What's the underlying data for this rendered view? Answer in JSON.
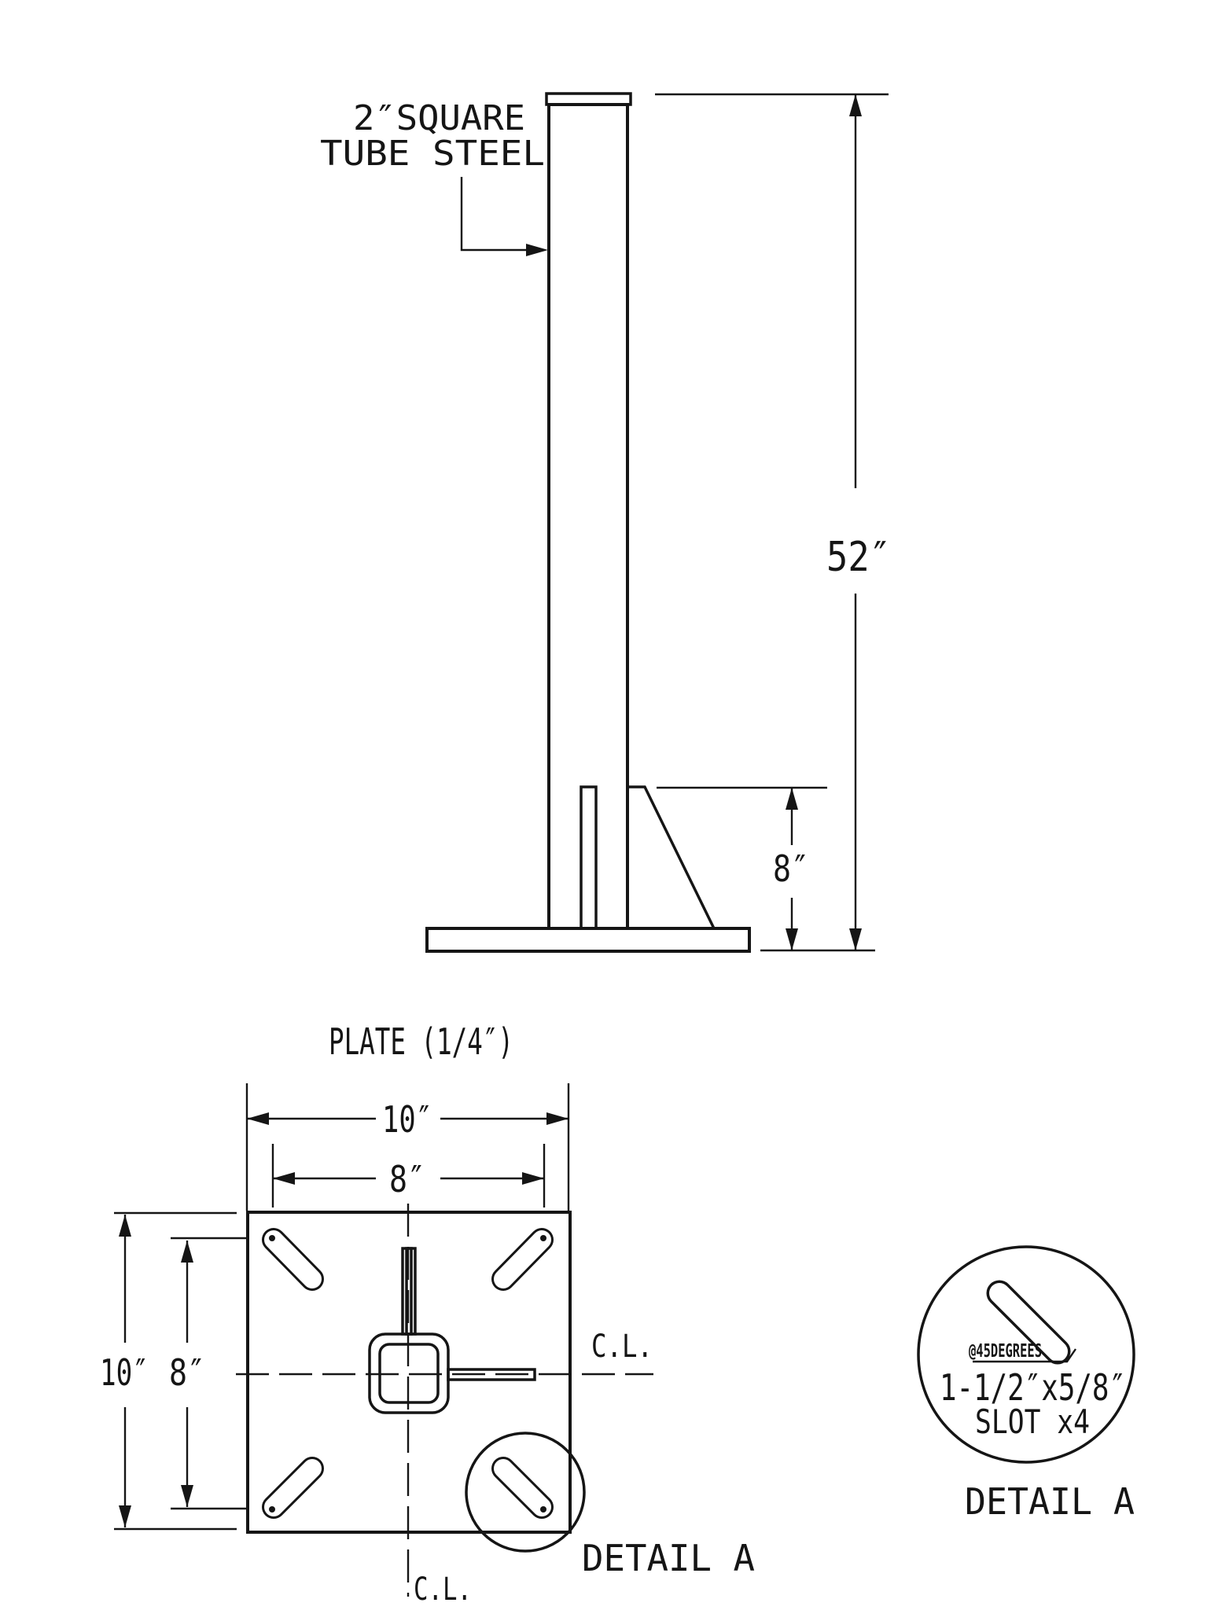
{
  "colors": {
    "ink": "#151515",
    "paper": "#ffffff"
  },
  "elevation": {
    "tube_label": {
      "line1": "2″SQUARE",
      "line2": "TUBE STEEL"
    },
    "height_dim": "52″",
    "gusset_dim": "8″"
  },
  "plan": {
    "title": "PLATE (1/4″)",
    "dims": {
      "top_outer": "10″",
      "top_inner": "8″",
      "left_outer": "10″",
      "left_inner": "8″"
    },
    "centerline_right": "C.L.",
    "centerline_bottom": "C.L.",
    "detail_callout": "DETAIL A"
  },
  "detail_a": {
    "angle_note": "@45DEGREES",
    "slot_size": "1-1/2″x5/8″",
    "slot_qty": "SLOT x4",
    "caption": "DETAIL A"
  }
}
